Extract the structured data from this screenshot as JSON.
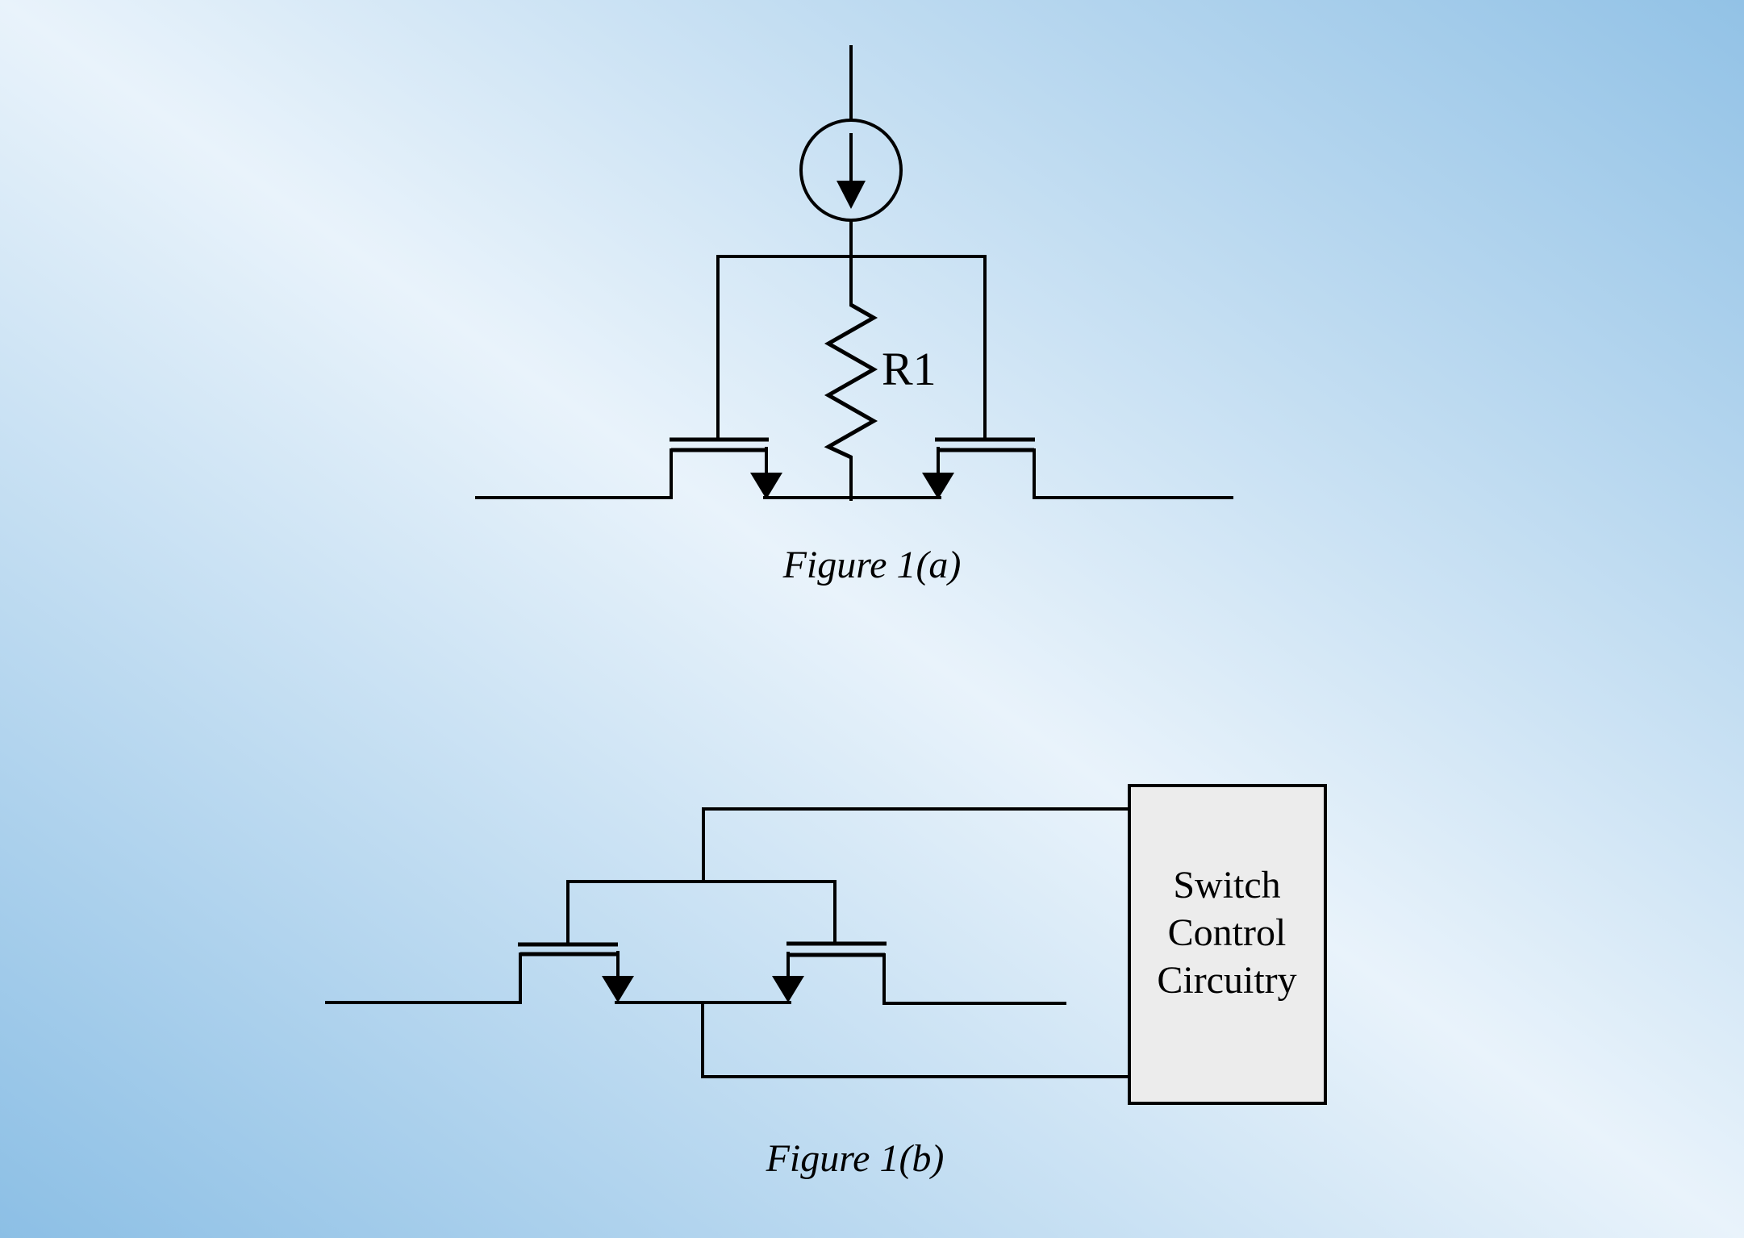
{
  "colors": {
    "background_edge": "#92c2e6",
    "background_center": "#e9f3fb",
    "line": "#000000",
    "switch_box_fill": "#ececec",
    "switch_box_border": "#000000",
    "text": "#000000"
  },
  "figure_a": {
    "caption": "Figure 1(a)",
    "resistor_label": "R1"
  },
  "figure_b": {
    "caption": "Figure 1(b)",
    "switch_box_lines": [
      "Switch",
      "Control",
      "Circuitry"
    ]
  }
}
